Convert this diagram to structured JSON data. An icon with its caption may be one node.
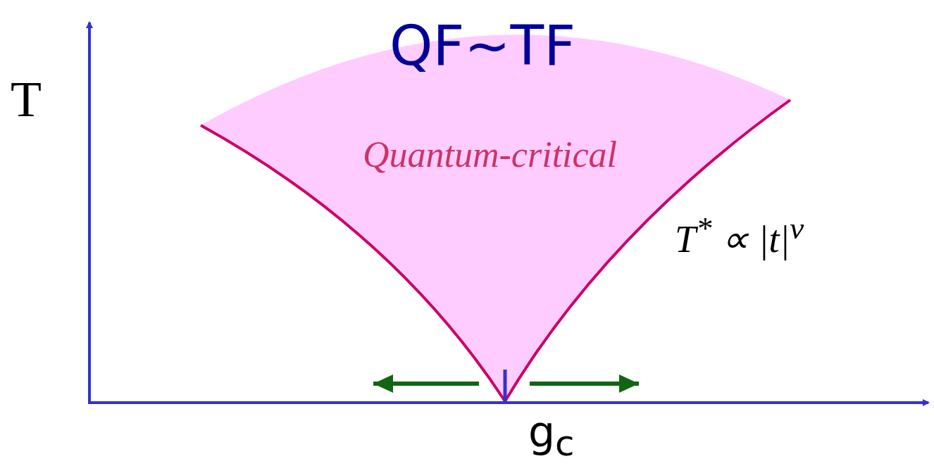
{
  "diagram": {
    "labels": [
      "T",
      "QF~TF",
      "Quantum-critical",
      "T$^{*}$ ∝ |t|$^{ν}$",
      "g$_{c}$"
    ]
  }
}
